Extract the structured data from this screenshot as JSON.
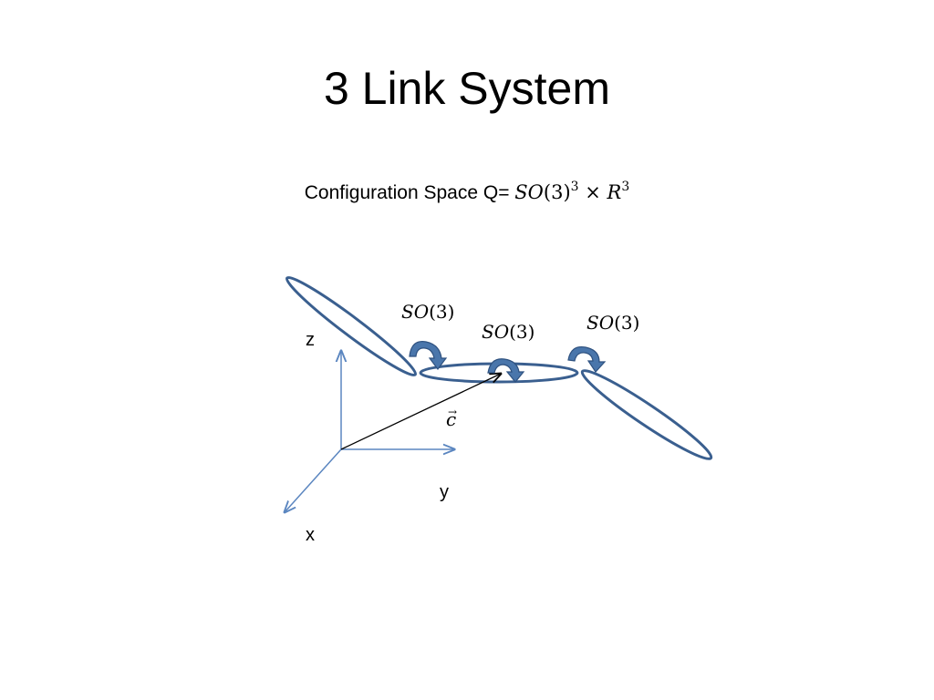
{
  "slide": {
    "title": "3 Link System",
    "subtitle_prefix": "Configuration Space Q= ",
    "subtitle_math": {
      "group": "SO",
      "arg": "(3)",
      "exp": "3",
      "times": " × ",
      "space": "R",
      "space_exp": "3"
    }
  },
  "diagram": {
    "axis_labels": {
      "z": "z",
      "y": "y",
      "x": "x"
    },
    "joint_labels": [
      {
        "group": "SO",
        "arg": "(3)"
      },
      {
        "group": "SO",
        "arg": "(3)"
      },
      {
        "group": "SO",
        "arg": "(3)"
      }
    ],
    "vector_label": {
      "symbol": "c",
      "accent": "⃗"
    },
    "colors": {
      "link_stroke": "#3a5f8f",
      "axis": "#5b86c0",
      "joint_arrow_fill": "#4a76ab",
      "joint_arrow_stroke": "#2f5280",
      "vector": "#000000"
    }
  }
}
